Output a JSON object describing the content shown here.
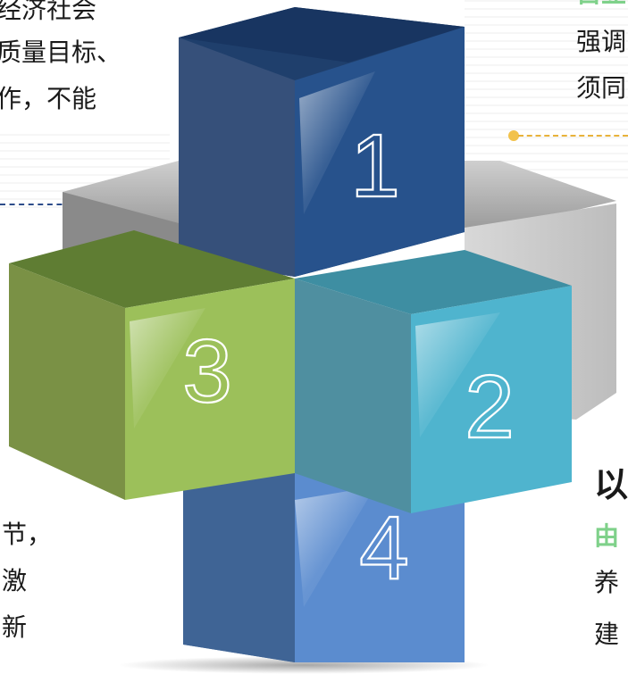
{
  "left_top_text": [
    "经济社会",
    "质量目标、",
    "作，不能"
  ],
  "right_top_text": [
    "强调",
    "须同"
  ],
  "right_top_partial": "自立",
  "left_bottom_text": [
    "节，",
    "激",
    "新"
  ],
  "right_bottom_title": "以",
  "right_bottom_green": "由",
  "right_bottom_text": [
    "养",
    "建"
  ],
  "cubes": {
    "cube1": "1",
    "cube2": "2",
    "cube3": "3",
    "cube4": "4"
  },
  "colors": {
    "cube1": "#244e86",
    "cube2": "#46a9c3",
    "cube3": "#94b84f",
    "cube4": "#4f7fbf",
    "gray": "#9a9a9a",
    "dash_blue": "#2e4d8a",
    "dash_orange": "#e8b23a"
  }
}
